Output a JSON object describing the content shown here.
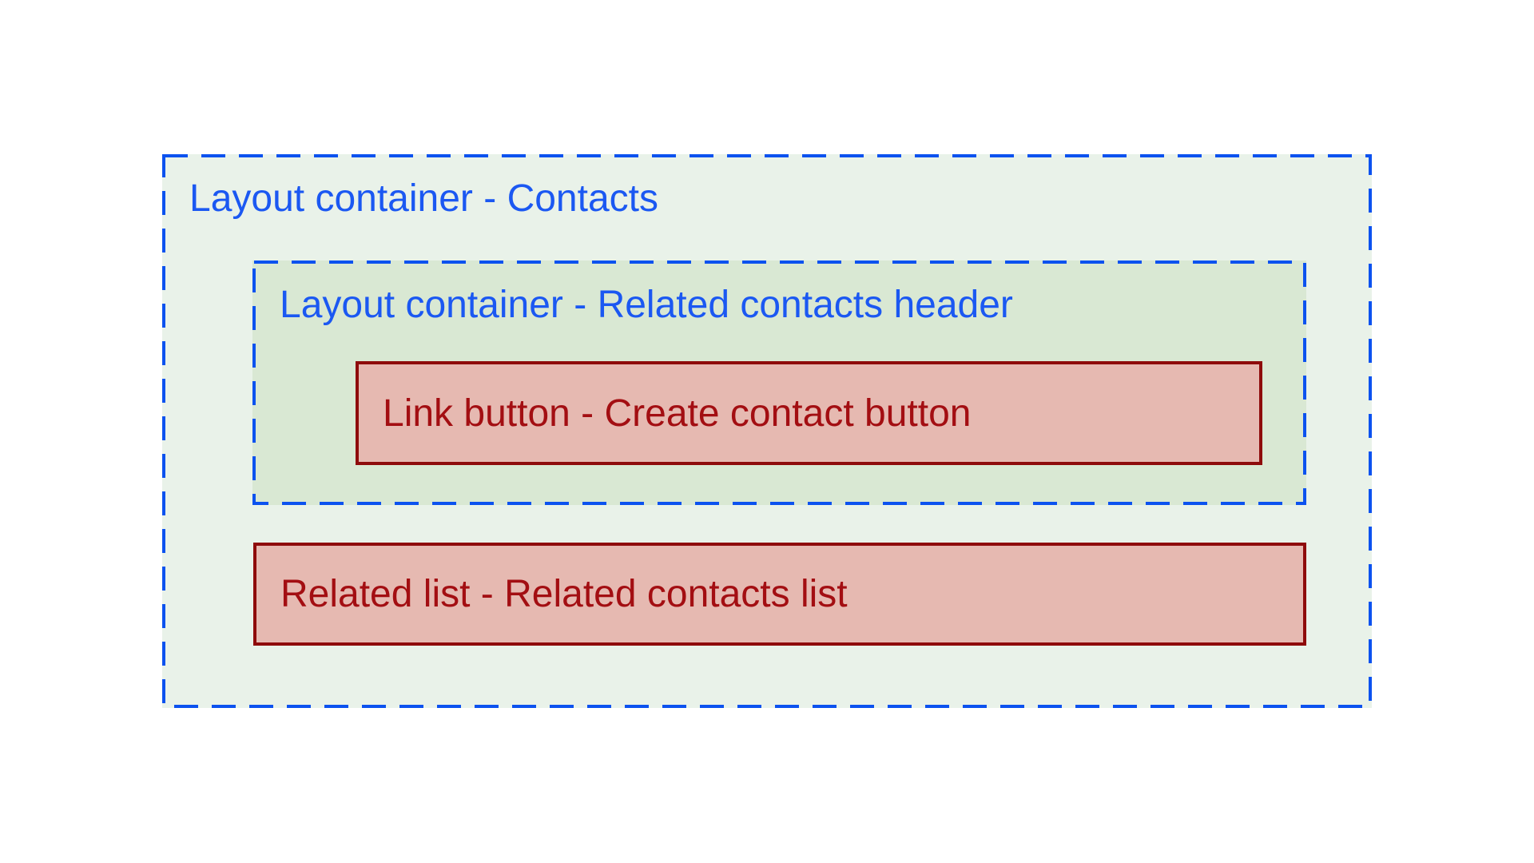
{
  "diagram": {
    "outer_container": {
      "label": "Layout container - Contacts"
    },
    "header_container": {
      "label": "Layout container - Related contacts header"
    },
    "create_contact_button": {
      "label": "Link button - Create contact button"
    },
    "related_list": {
      "label": "Related list - Related contacts list"
    }
  },
  "colors": {
    "blue_border": "#0c52ef",
    "blue_text": "#1b58f2",
    "red_border": "#8e0b0b",
    "red_text": "#a30e12",
    "pink_fill": "#e6b9b1",
    "green_outer": "#e9f2e9",
    "green_inner": "#d9e8d3",
    "canvas": "#ffffff"
  }
}
